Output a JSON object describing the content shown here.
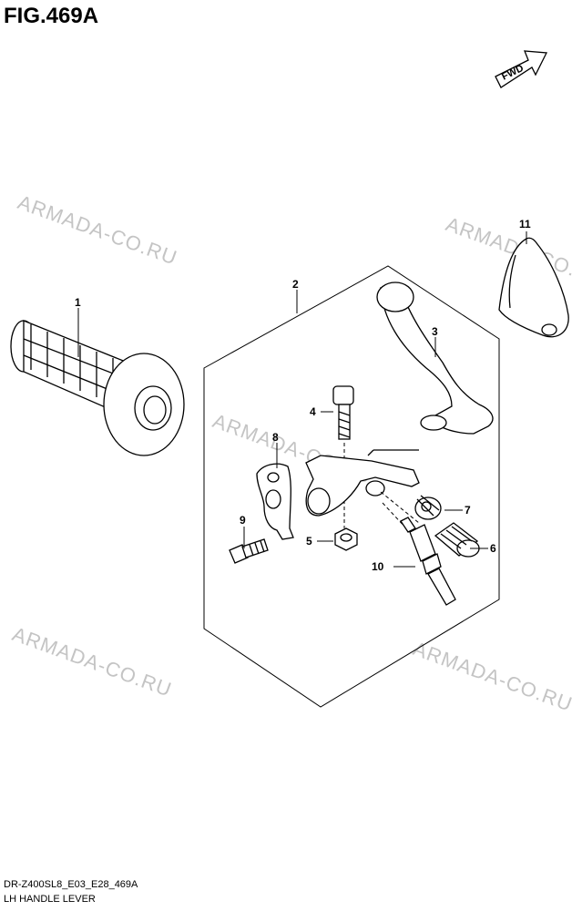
{
  "figure": {
    "title": "FIG.469A",
    "model_code": "DR-Z400SL8_E03_E28_469A",
    "name": "LH HANDLE LEVER"
  },
  "direction_arrow": {
    "label": "FWD",
    "icon": "fwd-arrow-icon"
  },
  "watermark": "ARMADA-CO.RU",
  "callouts": [
    "1",
    "2",
    "3",
    "4",
    "5",
    "6",
    "7",
    "8",
    "9",
    "10",
    "11"
  ],
  "parts": [
    {
      "ref": "1",
      "icon": "handlebar-grip-icon"
    },
    {
      "ref": "2",
      "icon": "lever-assembly-group-icon"
    },
    {
      "ref": "3",
      "icon": "clutch-lever-icon"
    },
    {
      "ref": "4",
      "icon": "pivot-bolt-icon"
    },
    {
      "ref": "5",
      "icon": "hex-nut-icon"
    },
    {
      "ref": "6",
      "icon": "adjuster-bolt-icon"
    },
    {
      "ref": "7",
      "icon": "lock-nut-icon"
    },
    {
      "ref": "8",
      "icon": "clamp-bracket-icon"
    },
    {
      "ref": "9",
      "icon": "clamp-bolt-icon"
    },
    {
      "ref": "10",
      "icon": "clutch-switch-icon"
    },
    {
      "ref": "11",
      "icon": "lever-cover-icon"
    }
  ],
  "colors": {
    "line": "#000000",
    "watermark": "#c4c4c4",
    "background": "#ffffff"
  }
}
